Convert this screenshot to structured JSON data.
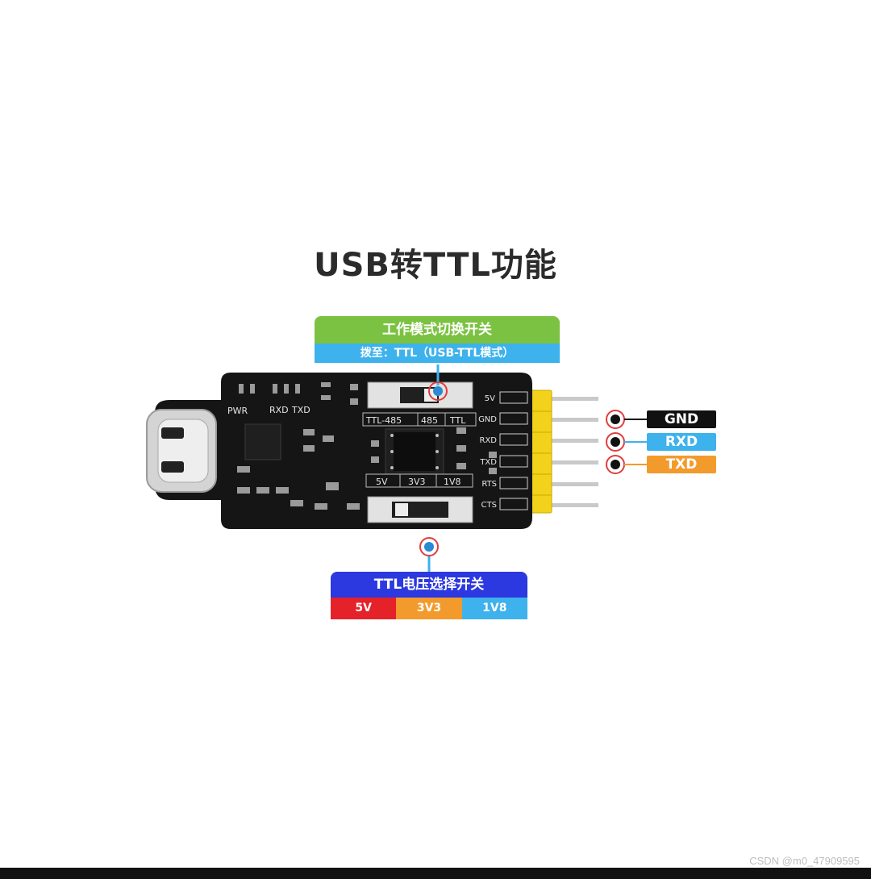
{
  "title": "USB转TTL功能",
  "mode_switch": {
    "heading": "工作模式切换开关",
    "subtitle": "拨至：TTL（USB-TTL模式）"
  },
  "voltage_switch": {
    "heading": "TTL电压选择开关",
    "options": [
      {
        "label": "5V",
        "color": "#e5212a"
      },
      {
        "label": "3V3",
        "color": "#f39a2c"
      },
      {
        "label": "1V8",
        "color": "#3db2ec"
      }
    ]
  },
  "pin_tags": [
    {
      "label": "GND",
      "color": "#111111"
    },
    {
      "label": "RXD",
      "color": "#3db2ec"
    },
    {
      "label": "TXD",
      "color": "#f39a2c"
    }
  ],
  "board": {
    "pin_labels": [
      "5V",
      "GND",
      "RXD",
      "TXD",
      "RTS",
      "CTS"
    ],
    "led_labels": [
      "PWR",
      "RXD",
      "TXD"
    ],
    "mode_labels": [
      "TTL-485",
      "485",
      "TTL"
    ],
    "voltage_labels": [
      "5V",
      "3V3",
      "1V8"
    ]
  },
  "watermark": "CSDN @m0_47909595"
}
